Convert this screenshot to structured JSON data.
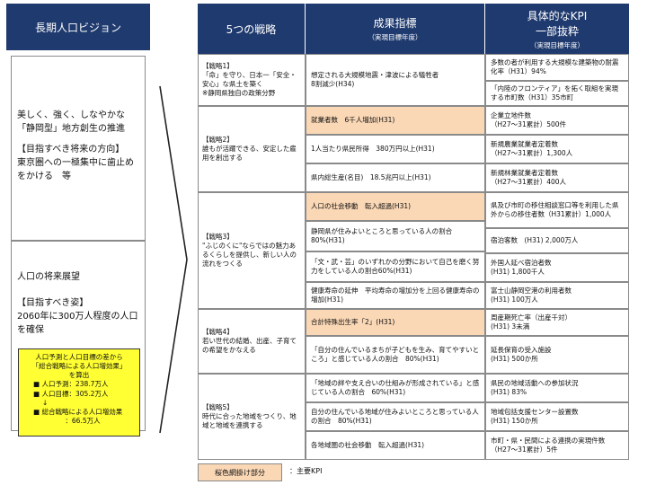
{
  "left": {
    "header": "長期人口ビジョン",
    "vision": {
      "line1": "美しく、強く、しなやかな「静岡型」地方創生の推進",
      "line2": "【目指すべき将来の方向】",
      "line3": "東京圏への一極集中に歯止めをかける　等"
    },
    "future": {
      "title": "人口の将来展望",
      "goal_label": "【目指すべき姿】",
      "goal_text": "2060年に300万人程度の人口を確保"
    },
    "calc": {
      "l1": "人口予測と人口目標の差から",
      "l2": "「総合戦略による人口増効果」",
      "l3": "を算出",
      "l4": "■ 人口予測：238.7万人",
      "l5": "■ 人口目標：305.2万人",
      "l6": "↓",
      "l7": "■ 総合戦略による人口増効果",
      "l8": "：66.5万人"
    }
  },
  "table": {
    "head": {
      "strategy": "5つの戦略",
      "outcome": "成果指標",
      "outcome_sub": "（実現目標年度）",
      "kpi1": "具体的なKPI",
      "kpi2": "一部抜粋",
      "kpi_sub": "（実現目標年度）"
    },
    "strategies": [
      "【戦略1】\n「命」を守り、日本一「安全・安心」な県土を築く\n※静岡県独自の政策分野",
      "【戦略2】\n誰もが活躍できる、安定した雇用を創出する",
      "【戦略3】\n\"ふじのくに\"ならではの魅力あるくらしを提供し、新しい人の流れをつくる",
      "【戦略4】\n若い世代の結婚、出産、子育ての希望をかなえる",
      "【戦略5】\n時代に合った地域をつくり、地域と地域を連携する"
    ],
    "outcomes": [
      "想定される大規模地震・津波による犠牲者\n8割減少(H34)",
      "就業者数　6千人増加(H31)",
      "1人当たり県民所得　380万円以上(H31)",
      "県内総生産(名目)　18.5兆円以上(H31)",
      "人口の社会移動　転入超過(H31)",
      "静岡県が住みよいところと思っている人の割合\n80%(H31)",
      "「文・武・芸」のいずれかの分野において自己を磨く努力をしている人の割合60%(H31)",
      "健康寿命の延伸　平均寿命の増加分を上回る健康寿命の増加(H31)",
      "合計特殊出生率「2」(H31)",
      "「自分の住んでいるまちが子どもを生み、育てやすいところ」と感じている人の割合　80%(H31)",
      "「地域の絆や支え合いの仕組みが形成されている」と感じている人の割合　60%(H31)",
      "自分の住んでいる地域が住みよいところと思っている人の割合　80%(H31)",
      "各地域圏の社会移動　転入超過(H31)"
    ],
    "kpis": [
      "多数の者が利用する大規模な建築物の耐震化率（H31）94%",
      "「内陸のフロンティア」を拓く取組を実現する市町数（H31）35市町",
      "企業立地件数\n（H27～31累計）500件",
      "新規農業就業者定着数\n（H27～31累計）1,300人",
      "新規林業就業者定着数\n（H27～31累計）400人",
      "県及び市町の移住相談窓口等を利用した県外からの移住者数（H31累計）1,000人",
      "宿泊客数　(H31) 2,000万人",
      "外国人延べ宿泊者数\n(H31) 1,800千人",
      "富士山静岡空港の利用者数\n(H31) 100万人",
      "周産期死亡率（出産千対）\n(H31) 3未満",
      "延長保育の受入施設\n(H31) 500か所",
      "県民の地域活動への参加状況\n(H31) 83%",
      "地域包括支援センター設置数\n(H31) 150か所",
      "市町・県・民間による連携の実現件数\n（H27～31累計）5件"
    ]
  },
  "legend": {
    "swatch_label": "桜色網掛け部分",
    "text": "：主要KPI"
  },
  "colors": {
    "header_navy": "#1f3a6e",
    "highlight": "#fad7b5",
    "calc_box": "#ffff33"
  }
}
